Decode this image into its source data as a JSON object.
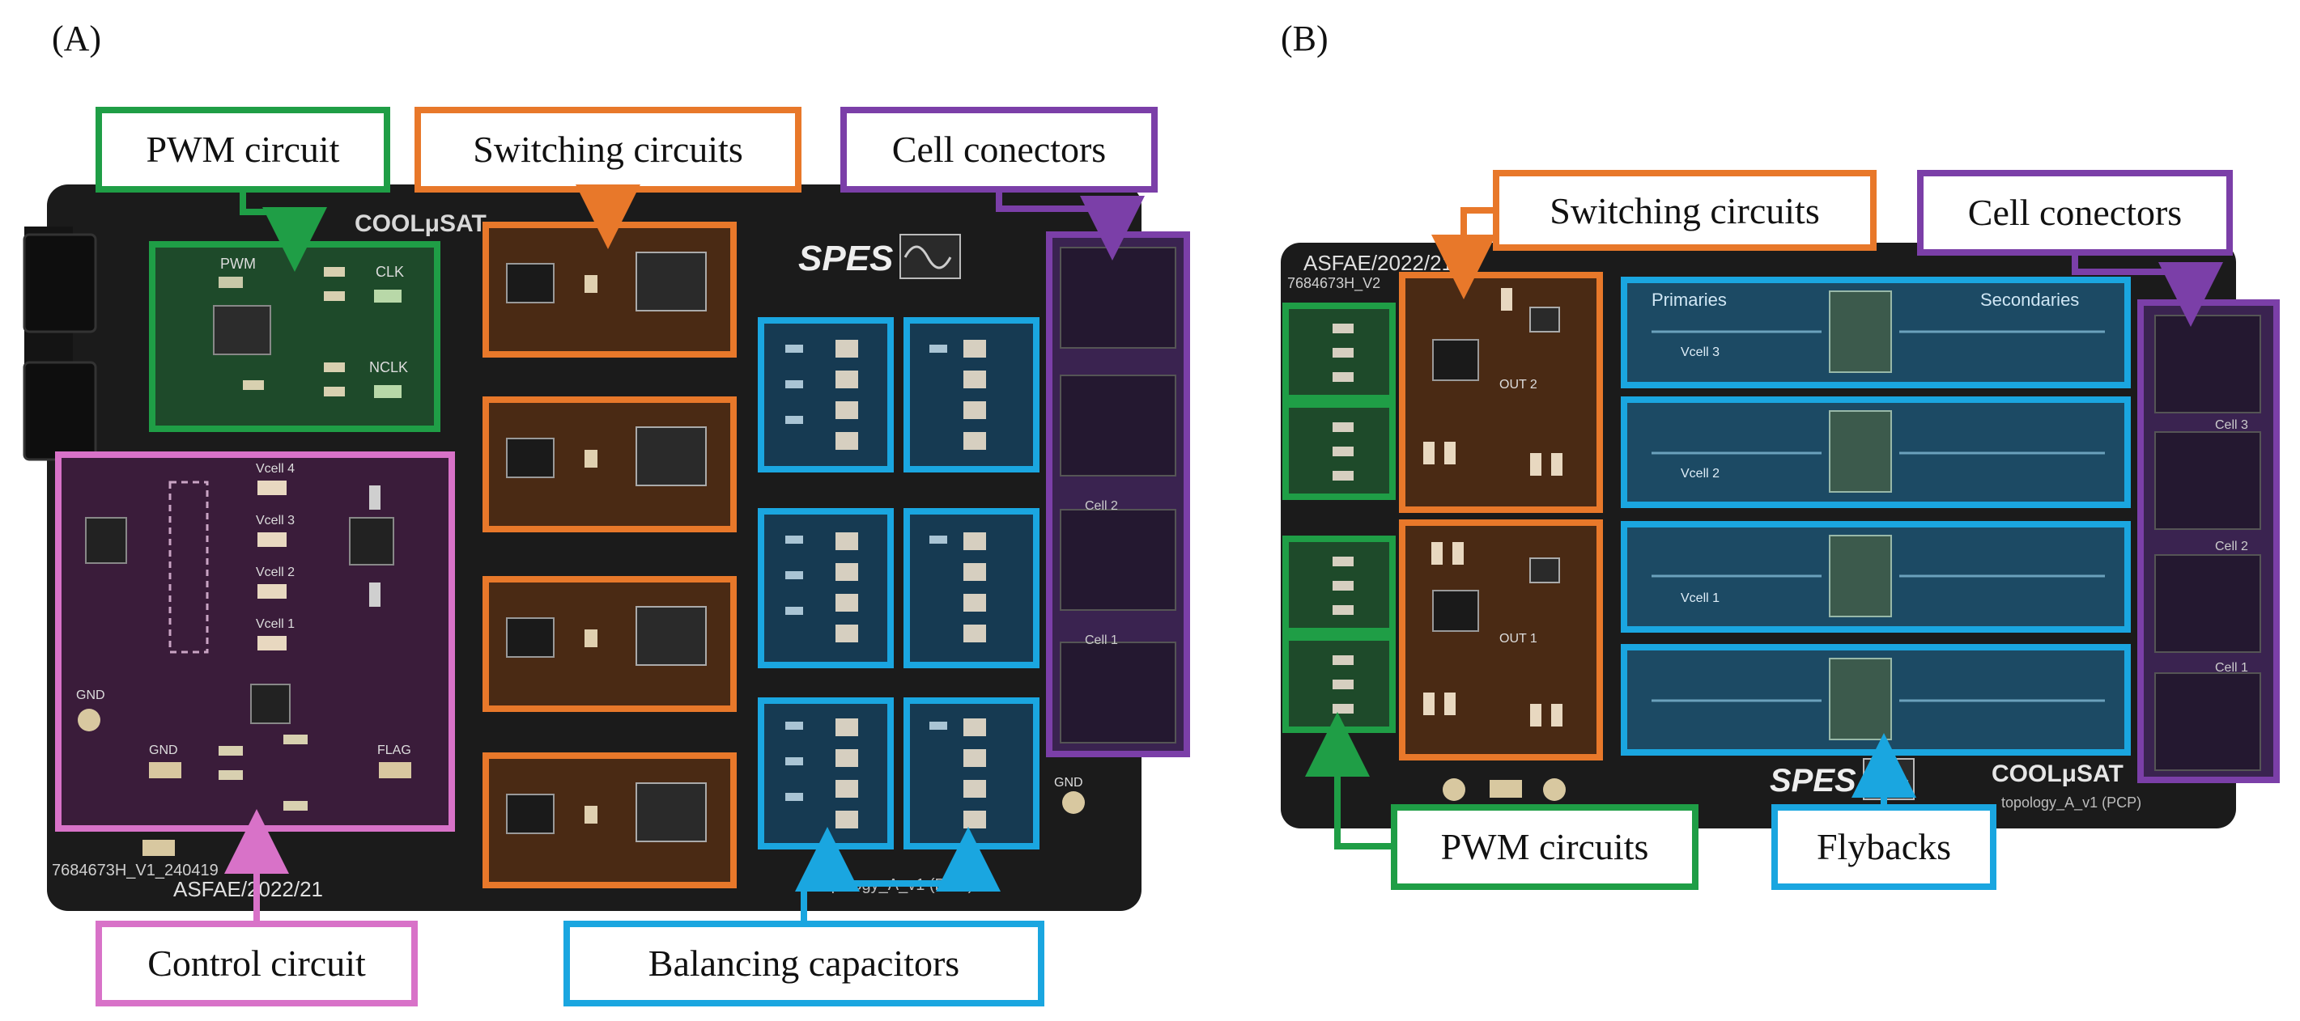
{
  "panels": [
    {
      "letter": "(A)",
      "brand": "COOLμSAT",
      "logo": "SPES",
      "board_id_line1": "7684673H_V1_240419",
      "board_id_line2": "ASFAE/2022/21",
      "model": "topology_A_v1 (PCP)"
    },
    {
      "letter": "(B)",
      "brand": "COOLμSAT",
      "logo": "SPES",
      "board_id_line1": "7684673H_V2",
      "board_id_line2": "ASFAE/2022/21",
      "model": "topology_A_v1 (PCP)"
    }
  ],
  "labels_a": {
    "pwm": "PWM circuit",
    "switching": "Switching circuits",
    "connectors": "Cell conectors",
    "control": "Control circuit",
    "balancing": "Balancing capacitors"
  },
  "labels_b": {
    "switching": "Switching circuits",
    "connectors": "Cell conectors",
    "pwm": "PWM circuits",
    "flybacks": "Flybacks"
  },
  "silkscreen": {
    "pwm": "PWM",
    "clk": "CLK",
    "nclk": "NCLK",
    "gnd": "GND",
    "flag": "FLAG",
    "vcell4": "Vcell 4",
    "vcell3": "Vcell 3",
    "vcell2": "Vcell 2",
    "vcell1": "Vcell 1",
    "cell2": "Cell 2",
    "cell1": "Cell 1",
    "cell3": "Cell 3",
    "primaries": "Primaries",
    "secondaries": "Secondaries",
    "out1": "OUT 1",
    "out2": "OUT 2"
  },
  "colors": {
    "pwm": "#1f9e46",
    "switching": "#e8782a",
    "connectors": "#7b3fa8",
    "control": "#d872c8",
    "balancing": "#1aa6e0",
    "board": "#1b1b1b"
  }
}
